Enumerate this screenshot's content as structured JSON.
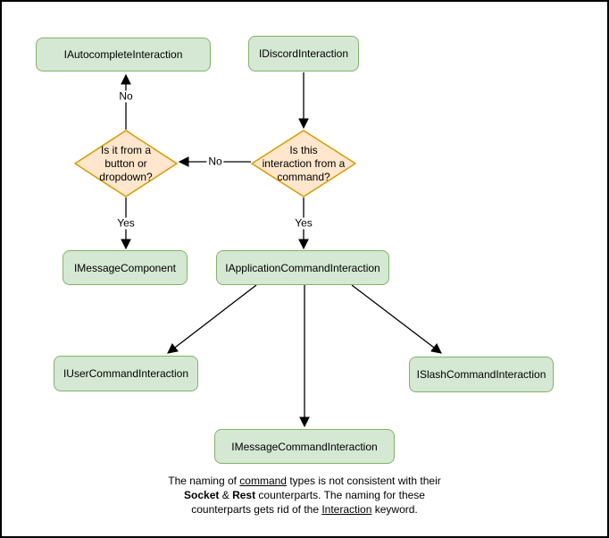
{
  "diagram": {
    "nodes": {
      "autocomplete": {
        "label": "IAutocompleteInteraction"
      },
      "discord": {
        "label": "IDiscordInteraction"
      },
      "message_component": {
        "label": "IMessageComponent"
      },
      "application_command": {
        "label": "IApplicationCommandInteraction"
      },
      "user_command": {
        "label": "IUserCommandInteraction"
      },
      "slash_command": {
        "label": "ISlashCommandInteraction"
      },
      "message_command": {
        "label": "IMessageCommandInteraction"
      }
    },
    "decisions": {
      "button_dropdown": {
        "label": "Is it from a button or dropdown?",
        "lines": [
          "Is it from a",
          "button or",
          "dropdown?"
        ]
      },
      "from_command": {
        "label": "Is this interaction from a command?",
        "lines": [
          "Is this",
          "interaction from a",
          "command?"
        ]
      }
    },
    "edge_labels": {
      "decision_to_autocomplete": "No",
      "between_decisions": "No",
      "decision_to_message_component": "Yes",
      "decision_to_application_command": "Yes"
    },
    "note": {
      "l1a": "The naming of ",
      "l1b": "command",
      "l1c": " types is not consistent with their",
      "l2a": "Socket",
      "l2b": " & ",
      "l2c": "Rest",
      "l2d": " counterparts. The naming for these",
      "l3a": "counterparts gets rid of the ",
      "l3b": "Interaction",
      "l3c": " keyword."
    },
    "colors": {
      "node_fill": "#d5e8d4",
      "node_stroke": "#82b366",
      "decision_fill": "#ffe6cc",
      "decision_stroke": "#d79b00",
      "arrow": "#000000",
      "frame_border": "#000000"
    }
  }
}
